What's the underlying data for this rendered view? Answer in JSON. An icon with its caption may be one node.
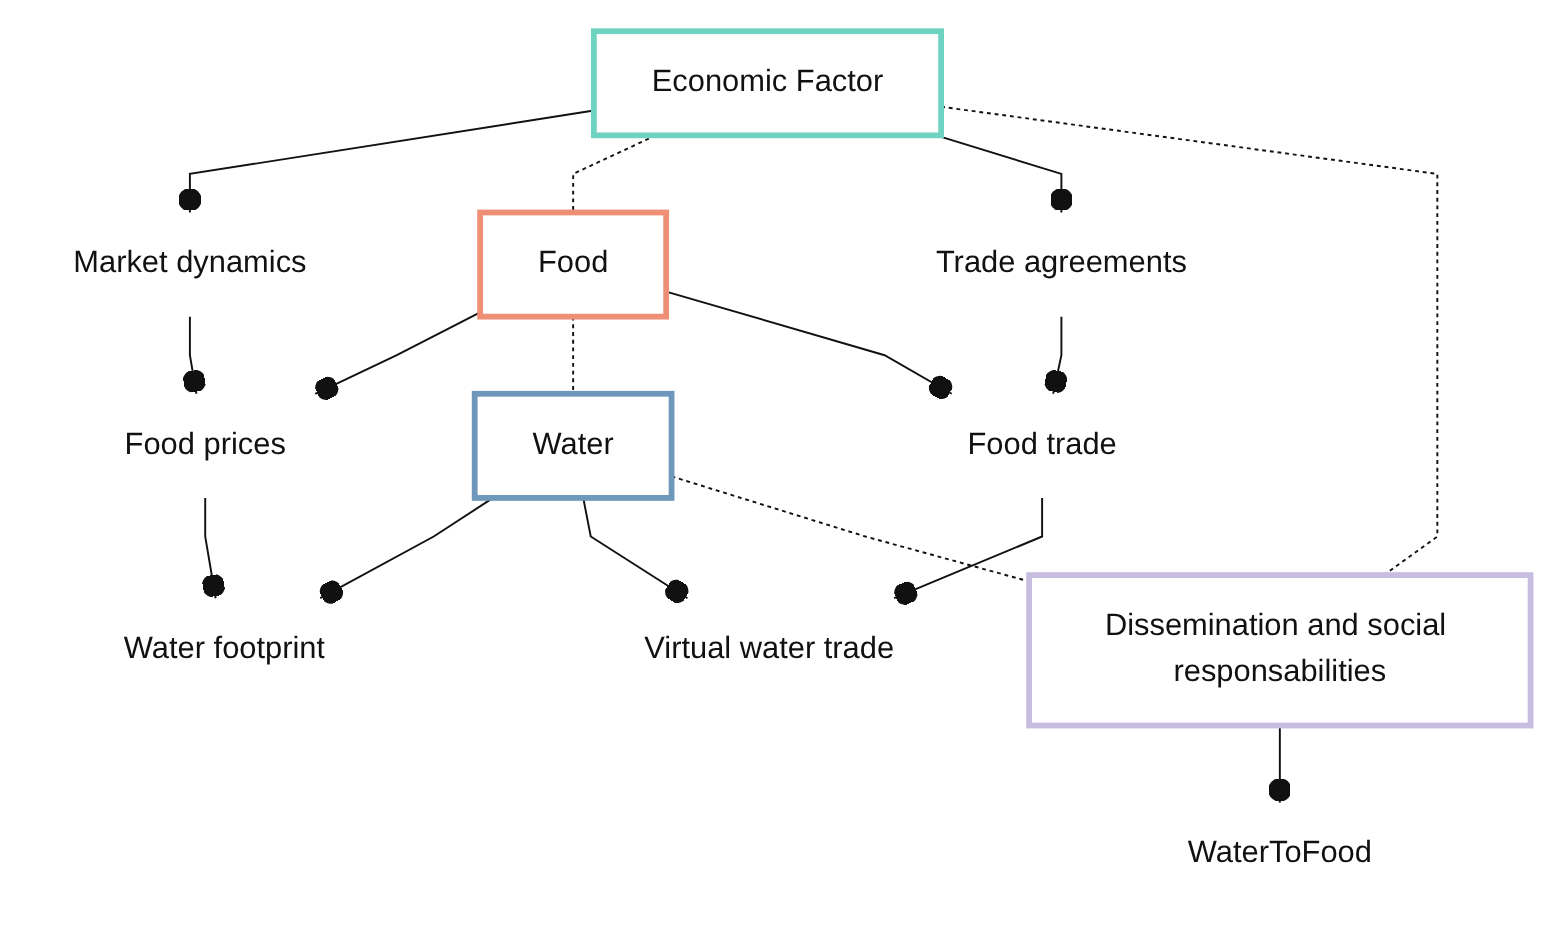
{
  "diagram": {
    "nodes": [
      {
        "text": [
          "Market dynamics"
        ]
      },
      {
        "text": [
          "Food prices"
        ]
      },
      {
        "text": [
          "Water footprint"
        ]
      },
      {
        "text": [
          "Economic Factor"
        ]
      },
      {
        "text": [
          "Food"
        ]
      },
      {
        "text": [
          "Water"
        ]
      },
      {
        "text": [
          "Trade agreements"
        ]
      },
      {
        "text": [
          "Food trade"
        ]
      },
      {
        "text": [
          "Virtual water trade"
        ]
      },
      {
        "text": [
          "Dissemination and social responsabilities"
        ]
      },
      {
        "text": [
          "WaterToFood"
        ]
      }
    ],
    "edges": [
      {
        "from": 0,
        "to": 1,
        "arrow": "other"
      },
      {
        "from": 1,
        "to": 2,
        "arrow": "other"
      },
      {
        "from": 3,
        "to": 0,
        "arrow": "other"
      },
      {
        "from": 4,
        "to": 1,
        "arrow": "other"
      },
      {
        "from": 5,
        "to": 2,
        "arrow": "other"
      },
      {
        "from": 3,
        "to": 4,
        "arrow": "none",
        "style": "dashed"
      },
      {
        "from": 4,
        "to": 5,
        "arrow": "none",
        "style": "dashed"
      },
      {
        "from": 3,
        "to": 6,
        "arrow": "other"
      },
      {
        "from": 4,
        "to": 7,
        "arrow": "other"
      },
      {
        "from": 5,
        "to": 8,
        "arrow": "other"
      },
      {
        "from": 6,
        "to": 7,
        "arrow": "other"
      },
      {
        "from": 7,
        "to": 8,
        "arrow": "other"
      },
      {
        "from": 3,
        "to": 9,
        "arrow": "none",
        "style": "dashed"
      },
      {
        "from": 5,
        "to": 9,
        "arrow": "none",
        "style": "dashed"
      },
      {
        "from": 9,
        "to": 10,
        "arrow": "other"
      }
    ]
  }
}
